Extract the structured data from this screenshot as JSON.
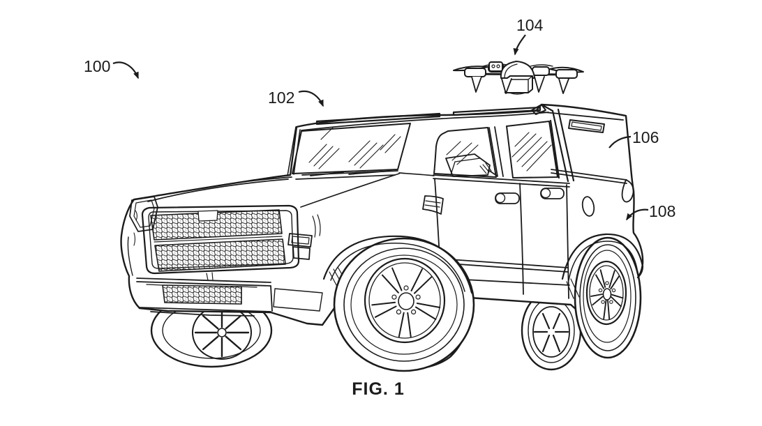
{
  "figure": {
    "caption": "FIG. 1",
    "labels": {
      "l100": "100",
      "l102": "102",
      "l104": "104",
      "l106": "106",
      "l108": "108"
    },
    "colors": {
      "ink": "#1b1b1b",
      "background": "#ffffff"
    }
  }
}
